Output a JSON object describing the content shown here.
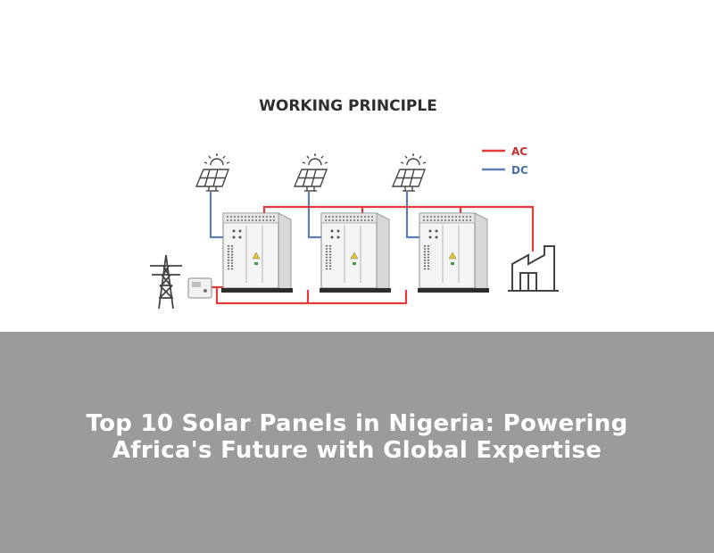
{
  "diagram": {
    "title": "WORKING PRINCIPLE",
    "legend": [
      {
        "label": "AC",
        "color": "#e03a3a"
      },
      {
        "label": "DC",
        "color": "#5b7fb5"
      }
    ],
    "components": {
      "grid": "power-pylon-icon",
      "meter": "meter-box-icon",
      "solar": "solar-panel-icon",
      "cabinet": "energy-storage-cabinet-icon",
      "load": "factory-icon"
    }
  },
  "banner": {
    "title": "Top 10 Solar Panels in Nigeria: Powering Africa's Future with Global Expertise"
  }
}
